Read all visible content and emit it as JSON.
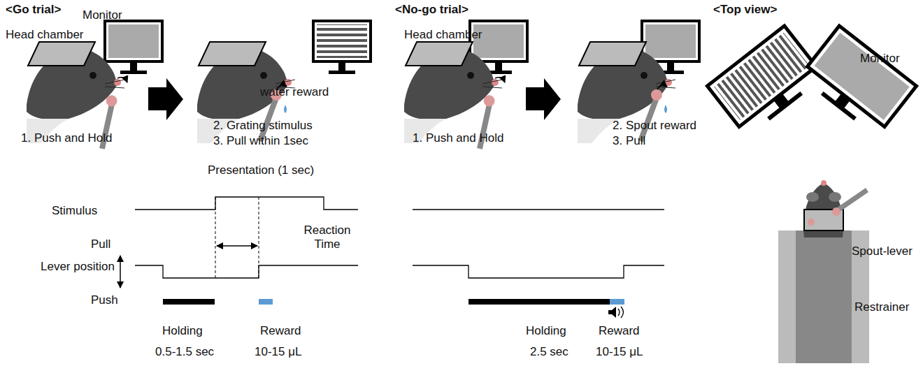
{
  "diagram": {
    "labels": [
      "<Go trial>",
      "Monitor",
      "Head chamber",
      "water reward",
      "1. Push and Hold",
      "2. Grating stimulus",
      "3. Pull within 1sec",
      "Presentation (1 sec)",
      "Stimulus",
      "Reaction Time",
      "Pull",
      "Lever position",
      "Push",
      "Holding",
      "0.5-1.5 sec",
      "Reward",
      "10-15 μL",
      "<No-go trial>",
      "Head chamber",
      "1. Push and Hold",
      "2. Spout reward",
      "3. Pull",
      "Holding",
      "2.5 sec",
      "Reward",
      "10-15 μL",
      "<Top view>",
      "Monitor",
      "Spout-lever",
      "Restrainer"
    ]
  }
}
